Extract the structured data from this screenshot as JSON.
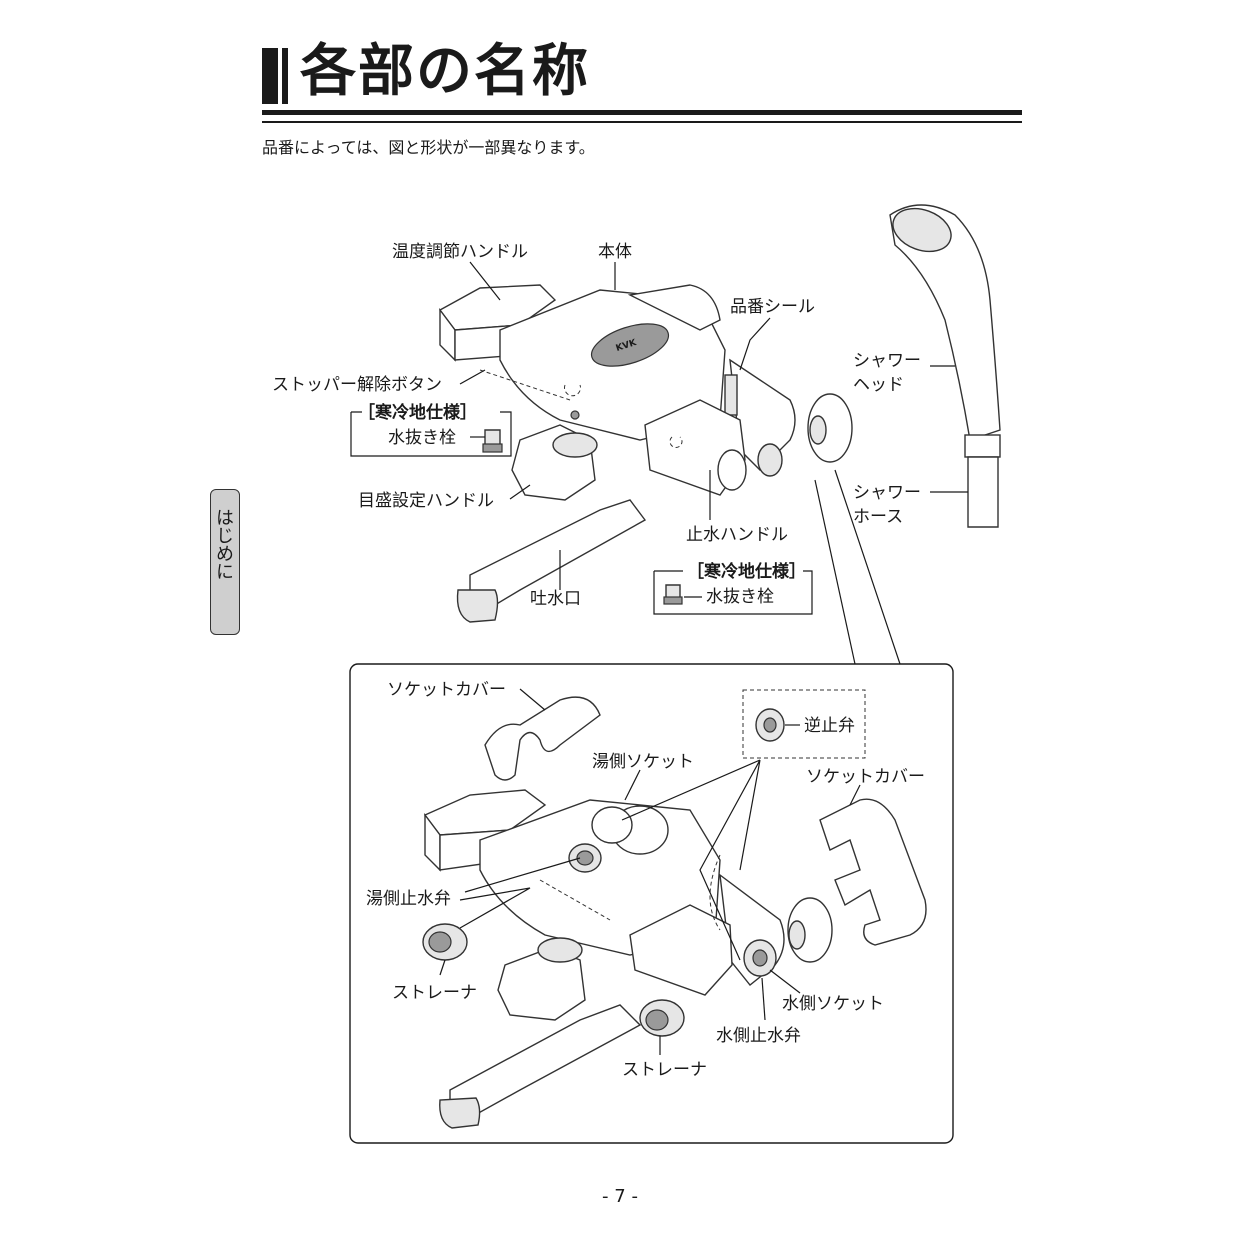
{
  "heading": {
    "title": "各部の名称",
    "note": "品番によっては、図と形状が一部異なります。"
  },
  "side_tab": "はじめに",
  "top_diagram": {
    "labels": {
      "temp_handle": "温度調節ハンドル",
      "body": "本体",
      "part_seal": "品番シール",
      "stopper_button": "ストッパー解除ボタン",
      "cold_spec_1": "［寒冷地仕様］",
      "drain_plug_1": "水抜き栓",
      "scale_handle": "目盛設定ハンドル",
      "stop_handle": "止水ハンドル",
      "spout": "吐水口",
      "cold_spec_2": "［寒冷地仕様］",
      "drain_plug_2": "水抜き栓",
      "shower_head_1": "シャワー",
      "shower_head_2": "ヘッド",
      "shower_hose_1": "シャワー",
      "shower_hose_2": "ホース",
      "brand_mark": "KVK"
    }
  },
  "detail_diagram": {
    "labels": {
      "socket_cover_left": "ソケットカバー",
      "check_valve": "逆止弁",
      "hot_socket": "湯側ソケット",
      "socket_cover_right": "ソケットカバー",
      "hot_stop_valve": "湯側止水弁",
      "strainer_left": "ストレーナ",
      "cold_socket": "水側ソケット",
      "cold_stop_valve": "水側止水弁",
      "strainer_bottom": "ストレーナ"
    }
  },
  "page_number": "- 7 -"
}
